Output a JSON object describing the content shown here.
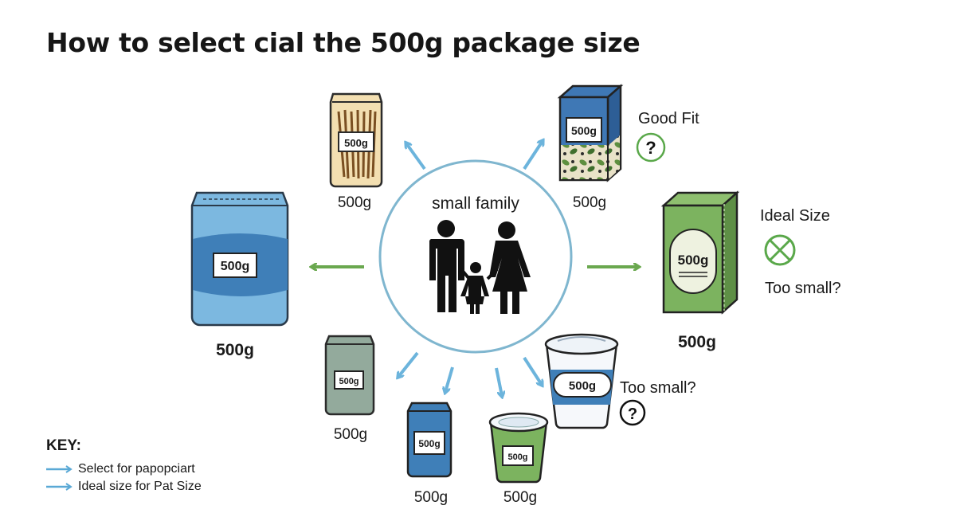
{
  "title": "How to select cial the 500g package size",
  "center": {
    "label": "small family",
    "icon": "family-icon"
  },
  "packages": [
    {
      "id": "pasta-bag",
      "tag": "500g",
      "caption": "500g"
    },
    {
      "id": "blue-box",
      "tag": "500g",
      "caption": "500g",
      "note": "Good Fit",
      "status_icon": "question-icon"
    },
    {
      "id": "large-blue-bag",
      "tag": "500g",
      "caption": "500g"
    },
    {
      "id": "green-box",
      "tag": "500g",
      "caption": "500g",
      "note": "Ideal Size",
      "status_icon": "cross-circle-icon",
      "note2": "Too small?"
    },
    {
      "id": "gray-pouch",
      "tag": "500g",
      "caption": "500g"
    },
    {
      "id": "small-blue-jar",
      "tag": "500g",
      "caption": "500g"
    },
    {
      "id": "green-cup",
      "tag": "500g",
      "caption": "500g"
    },
    {
      "id": "yogurt-cup",
      "tag": "500g",
      "caption": "",
      "note": "Too small?",
      "status_icon": "question-icon"
    }
  ],
  "key": {
    "title": "KEY:",
    "items": [
      {
        "label": "Select for papopciart",
        "color": "#5aa9d6"
      },
      {
        "label": "Ideal size for Pat Size",
        "color": "#5aa9d6"
      }
    ]
  },
  "colors": {
    "green_arrow": "#6aa84f",
    "blue_arrow": "#6cb4dc",
    "circle": "#7fb6cf",
    "status_green": "#5aa84a"
  }
}
